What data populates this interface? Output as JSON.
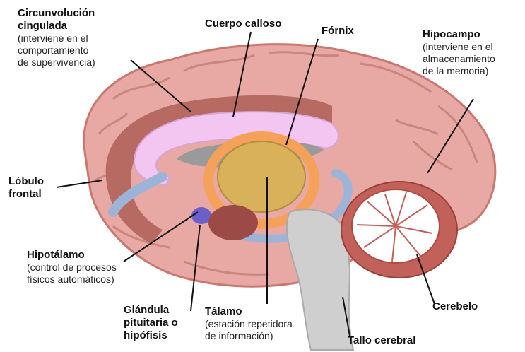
{
  "labels": {
    "cingulate": {
      "title": [
        "Circunvolución",
        "cingulada"
      ],
      "desc": [
        "(interviene en el",
        "comportamiento",
        "de supervivencia)"
      ]
    },
    "corpus": {
      "title": [
        "Cuerpo calloso"
      ]
    },
    "fornix": {
      "title": [
        "Fórnix"
      ]
    },
    "hippocampus": {
      "title": [
        "Hipocampo"
      ],
      "desc": [
        "(interviene en el",
        "almacenamiento",
        "de la memoria)"
      ]
    },
    "frontal": {
      "title": [
        "Lóbulo",
        "frontal"
      ]
    },
    "hypothalamus": {
      "title": [
        "Hipotálamo"
      ],
      "desc": [
        "(control de procesos",
        "físicos automáticos)"
      ]
    },
    "pituitary": {
      "title": [
        "Glándula",
        "pituitaria o",
        "hipófisis"
      ]
    },
    "thalamus": {
      "title": [
        "Tálamo"
      ],
      "desc": [
        "(estación repetidora",
        "de información)"
      ]
    },
    "cerebellum": {
      "title": [
        "Cerebelo"
      ]
    },
    "brainstem": {
      "title": [
        "Tallo cerebral"
      ]
    }
  },
  "colors": {
    "cortex": "#e8a9a4",
    "cortex_dark": "#c97870",
    "corpus_callosum": "#f2c6f0",
    "fornix": "#f5a15a",
    "thalamus": "#d8b15a",
    "cingulate": "#b66a62",
    "ventricle": "#9db4d8",
    "hypothalamus": "#6b5fc8",
    "brainstem": "#cfcfcf",
    "cerebellum": "#c2605a"
  }
}
